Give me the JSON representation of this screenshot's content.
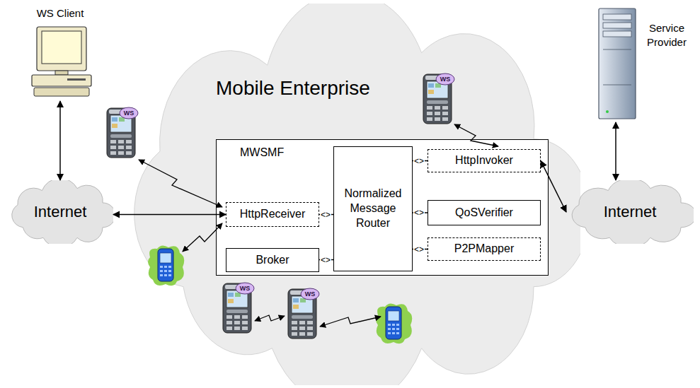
{
  "diagram": {
    "nodes": [
      {
        "text": [
          "WS Client"
        ]
      },
      {
        "text": [
          "Mobile Enterprise"
        ]
      },
      {
        "text": [
          "MWSMF"
        ],
        "in": 1
      },
      {
        "text": [
          "HttpReceiver"
        ],
        "in": 2
      },
      {
        "text": [
          "Broker"
        ],
        "in": 2
      },
      {
        "text": [
          "Normalized Message Router"
        ],
        "in": 2
      },
      {
        "text": [
          "HttpInvoker"
        ],
        "in": 2
      },
      {
        "text": [
          "QoSVerifier"
        ],
        "in": 2
      },
      {
        "text": [
          "P2PMapper"
        ],
        "in": 2
      },
      {
        "text": [
          "Internet"
        ]
      },
      {
        "text": [
          "Internet"
        ]
      },
      {
        "text": [
          "Service Provider"
        ]
      }
    ],
    "edges": [
      {
        "from": 0,
        "to": 9,
        "arrow": "both"
      },
      {
        "from": 9,
        "to": 3,
        "arrow": "both"
      },
      {
        "from": 3,
        "to": 5,
        "label": "<>",
        "arrow": "none"
      },
      {
        "from": 4,
        "to": 5,
        "label": "<>",
        "arrow": "none"
      },
      {
        "from": 5,
        "to": 6,
        "label": "<>",
        "arrow": "none"
      },
      {
        "from": 5,
        "to": 7,
        "label": "<>",
        "arrow": "none"
      },
      {
        "from": 5,
        "to": 8,
        "label": "<>",
        "arrow": "none"
      },
      {
        "from": 6,
        "to": 10,
        "arrow": "both"
      },
      {
        "from": 10,
        "to": 11,
        "arrow": "both"
      }
    ],
    "labels": [
      "WS",
      "WS",
      "WS",
      "WS"
    ]
  }
}
